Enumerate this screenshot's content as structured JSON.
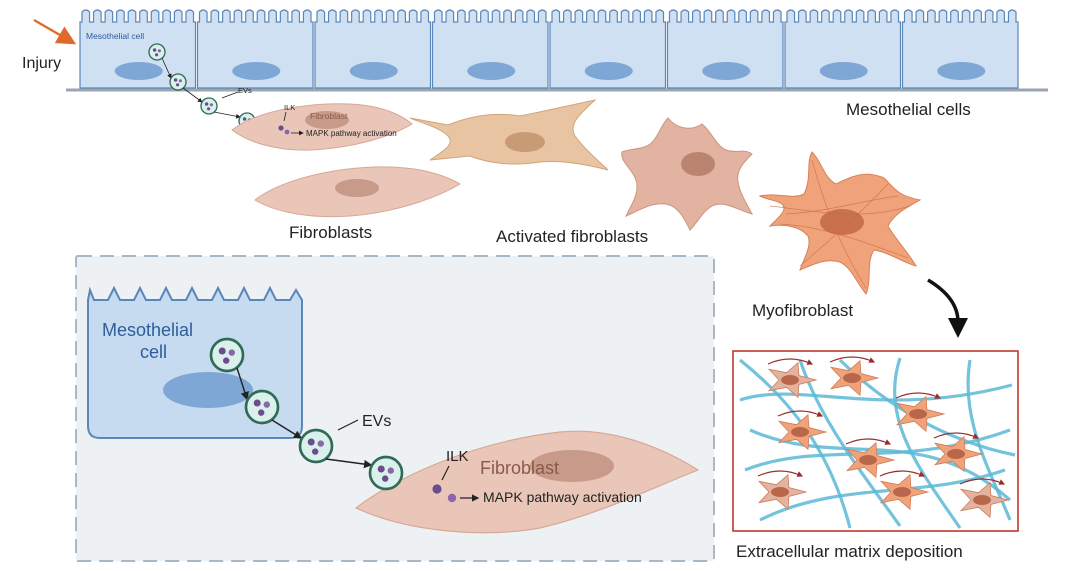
{
  "labels": {
    "injury": "Injury",
    "mesothelial_cell_small": "Mesothelial cell",
    "evs_small": "EVs",
    "ilk_small": "ILK",
    "fibroblast_small": "Fibroblast",
    "mapk_small": "MAPK pathway activation",
    "mesothelial_cells": "Mesothelial cells",
    "fibroblasts": "Fibroblasts",
    "activated_fibroblasts": "Activated fibroblasts",
    "myofibroblast": "Myofibroblast",
    "ecm_deposition": "Extracellular matrix deposition",
    "mesothelial_cell_large_line1": "Mesothelial",
    "mesothelial_cell_large_line2": "cell",
    "evs_large": "EVs",
    "ilk_large": "ILK",
    "fibroblast_large": "Fibroblast",
    "mapk_large": "MAPK pathway activation"
  },
  "colors": {
    "mesothelial_fill": "#cfe0f3",
    "mesothelial_stroke": "#5b86b8",
    "nucleus_blue": "#7fa7d6",
    "vesicle_fill": "#d9f1ea",
    "vesicle_stroke": "#2f6b57",
    "vesicle_dot": "#6b4d8e",
    "fibroblast_fill": "#e9c6b8",
    "fibroblast_nucleus": "#c79a8a",
    "activated_fill": "#e8c4a2",
    "myofibroblast_fill": "#f0a37a",
    "fiber_blue": "#5bb8d6",
    "ecm_border": "#c0392b",
    "injury_arrow": "#e06a2b",
    "dashed_box": "#a9b8c6",
    "label_dark": "#222222",
    "label_blue": "#2e5d99",
    "label_brown": "#8a5a49"
  }
}
